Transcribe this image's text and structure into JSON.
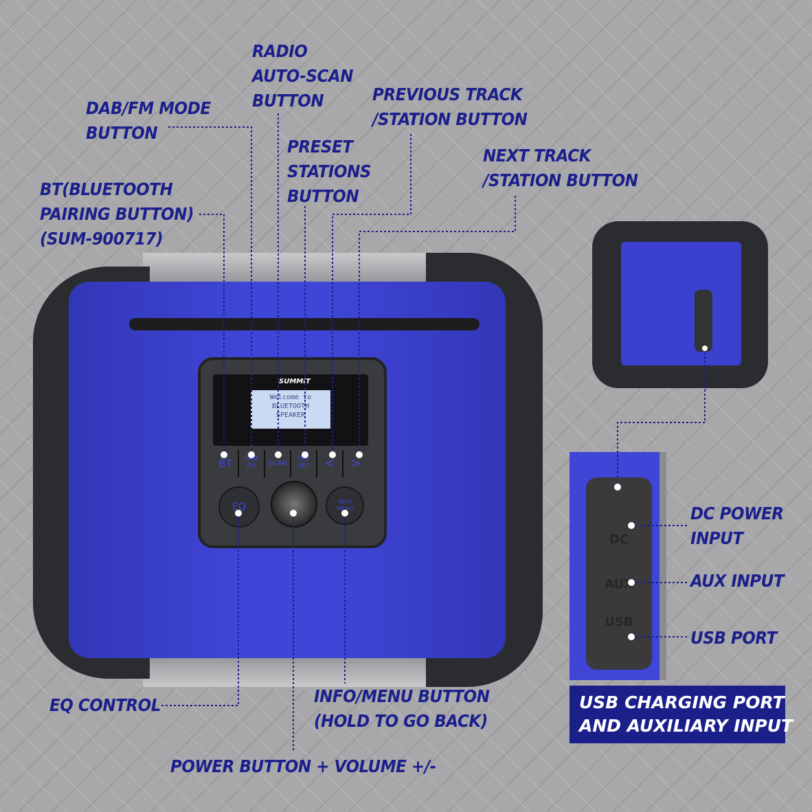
{
  "labels": {
    "radio_scan": "RADIO\nAUTO-SCAN\nBUTTON",
    "dab_fm": "DAB/FM MODE\nBUTTON",
    "previous": "PREVIOUS TRACK\n/STATION BUTTON",
    "preset": "PRESET\nSTATIONS\nBUTTON",
    "next": "NEXT TRACK\n/STATION BUTTON",
    "bt": "BT(BLUETOOTH\nPAIRING BUTTON)\n(SUM-900717)",
    "dc": "DC POWER\nINPUT",
    "aux": "AUX INPUT",
    "usb": "USB PORT",
    "eq": "EQ CONTROL",
    "info": "INFO/MENU BUTTON\n(HOLD TO GO BACK)",
    "power": "POWER BUTTON + VOLUME +/-"
  },
  "callout": "USB CHARGING PORT\nAND AUXILIARY INPUT",
  "device": {
    "brand": "SUMMIT",
    "lcd_text": "Welcome to\nBLUETOOTH\nSPEAKER",
    "buttons": [
      "BT",
      "DAB\nFM",
      "SCAN",
      "PRE\nSET",
      "<",
      ">"
    ],
    "eq": "EQ",
    "info": "INFO\nMENU",
    "ports": [
      "DC",
      "AUX",
      "USB"
    ]
  },
  "colors": {
    "label": "#1b1f8c",
    "body_blue": "#3b40cf",
    "rubber": "#2b2c30"
  }
}
